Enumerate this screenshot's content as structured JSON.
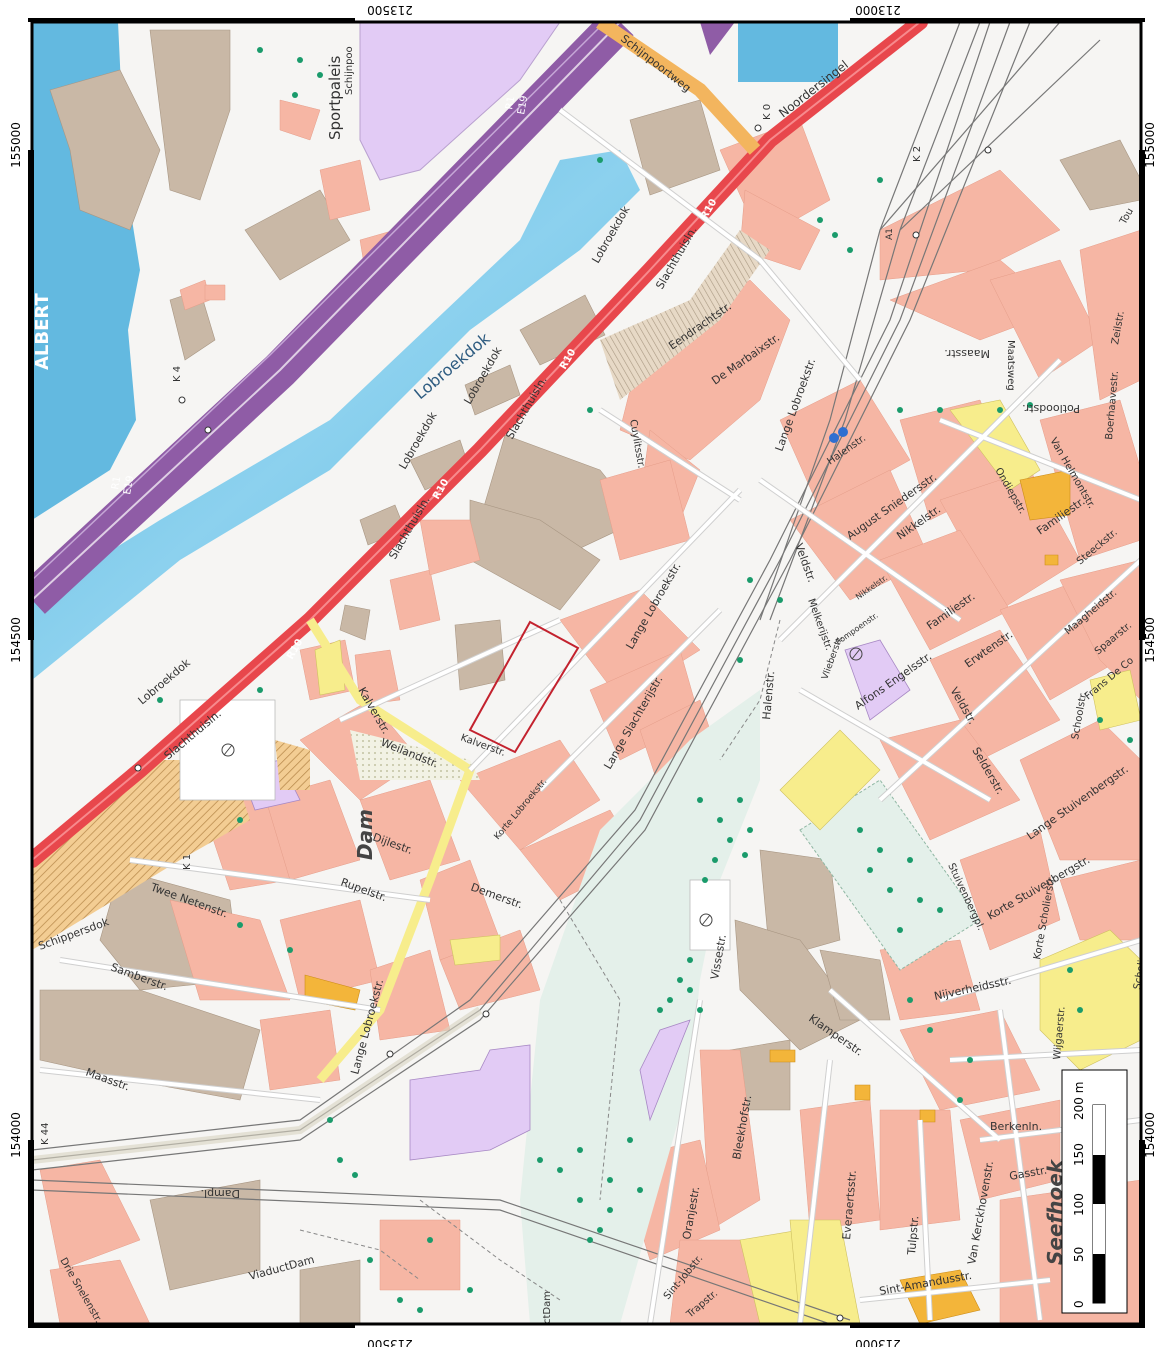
{
  "grid": {
    "x_labels": [
      "213500",
      "213000"
    ],
    "y_labels": [
      "155000",
      "154500",
      "154000"
    ]
  },
  "water": {
    "dock": "Lobroekdok",
    "canal": "ALBERT"
  },
  "roads": {
    "ring": "R10",
    "ring_e": "R1",
    "euro": "E19",
    "slachthuislaan_1": "Slachthuisln.",
    "slachthuislaan_2": "Slachthuisln.",
    "slachthuislaan_3": "Slachthuisln.",
    "slachthuislaan_4": "Slachthuisln.",
    "noordersingel": "Noordersingel",
    "schijnpoortweg": "Schijnpoortweg",
    "schijnpoort": "Schijnpoo",
    "lobroekdok_1": "Lobroekdok",
    "lobroekdok_2": "Lobroekdok",
    "lobroekdok_3": "Lobroekdok",
    "lobroekdok_4": "Lobroekdok",
    "lange_lobroekstr_1": "Lange Lobroekstr.",
    "lange_lobroekstr_2": "Lange Lobroekstr.",
    "lange_lobroekstr_3": "Lange Lobroekstr.",
    "lange_slachterijstr": "Lange Slachterijstr.",
    "korte_lobroekstr": "Korte Lobroekstr.",
    "kalverstr_1": "Kalverstr.",
    "kalverstr_2": "Kalverstr.",
    "weilandstr": "Weilandstr.",
    "dijlestr": "Dijlestr.",
    "rupelstr": "Rupelstr.",
    "demerstr": "Demerstr.",
    "twee_netenstr": "Twee Netenstr.",
    "schippersdok": "Schippersdok",
    "samberstr": "Samberstr.",
    "maasstr_w": "Maasstr.",
    "dampl": "Dampl.",
    "viaduct_dam_1": "ViaductDam",
    "viaduct_dam_2": "ViaductDam",
    "drie_snelenstr": "Drie Snelenstr.",
    "eendrachtstr": "Eendrachtstr.",
    "de_marbaixstr": "De Marbaixstr.",
    "cuylitsstr": "Cuylitsstr.",
    "halenstr_1": "Halenstr.",
    "halenstr_2": "Halenstr.",
    "veldstr_1": "Veldstr.",
    "veldstr_2": "Veldstr.",
    "august_snieders": "August Sniedersstr.",
    "nikkelstr_1": "Nikkelstr.",
    "nikkelstr_2": "Nikkelstr.",
    "melkerijstr": "Melkerijstr.",
    "pompoenstr": "Pompoenstr.",
    "vlierbessstr": "Vlieberstr.",
    "familiestr_1": "Familiestr.",
    "familiestr_2": "Familiestr.",
    "erwtenstr": "Erwtenstr.",
    "alfons_engels": "Alfons Engelsstr.",
    "selderstr": "Selderstr.",
    "lange_stuivenberg": "Lange Stuivenbergstr.",
    "korte_stuivenberg": "Korte Stuivenbergstr.",
    "stuivenbergplein": "Stuivenbergpl.",
    "maasstr_e": "Maasstr.",
    "potloodstr": "Potloodstr.",
    "maatsweg": "Maatsweg",
    "zeilstr": "Zeilstr.",
    "boerhaavestr": "Boerhaavestr.",
    "van_helmont": "Van Helmontstr.",
    "ondiep": "Ondiepstr.",
    "steeckstr": "Steeckstr.",
    "maagheidstr": "Maagheidstr.",
    "spaarstr": "Spaarstr.",
    "frans_de_cort": "Frans De Co",
    "schoolstr": "Schoolstr.",
    "korte_scholier": "Korte Scholierstr.",
    "scholierstr": "Scholierstr.",
    "wijgaerstr": "Wijgaerstr.",
    "nijverheid": "Nijverheidsstr.",
    "klamperstr": "Klamperstr.",
    "vissestr": "Vissestr.",
    "bleekhofstr": "Bleekhofstr.",
    "oranjestr": "Oranjestr.",
    "everaerts": "Everaertsstr.",
    "tulpstr": "Tulpstr.",
    "van_kerckhoven": "Van Kerckhovenstr.",
    "berkenln": "Berkenln.",
    "gasstr": "Gasstr.",
    "sint_amandus": "Sint-Amandusstr.",
    "sint_jobstr": "Sint-Jobstr.",
    "trapstr": "Trapstr.",
    "damstr": "ctDam",
    "toustr": "Tou"
  },
  "places": {
    "dam": "Dam",
    "seefhoek": "Seefhoek",
    "sportpaleis": "Sportpaleis"
  },
  "markers": {
    "k4_top": "K 4",
    "k2": "K 2",
    "k0": "K 0",
    "k1": "K 1",
    "k44": "K 44",
    "a1": "A1"
  },
  "scalebar": {
    "unit": "200 m",
    "ticks": [
      "0",
      "50",
      "100",
      "150"
    ]
  },
  "colors": {
    "water": "#63b9e0",
    "building": "#f6b6a4",
    "industrial": "#c9b8a6",
    "ring": "#e8474c",
    "motorway": "#8f5ca6",
    "public": "#e2cbf5",
    "green": "#e4f0ea",
    "yellow": "#f7ed8c",
    "tree": "#1a9b6b",
    "plot": "#c3222e"
  }
}
